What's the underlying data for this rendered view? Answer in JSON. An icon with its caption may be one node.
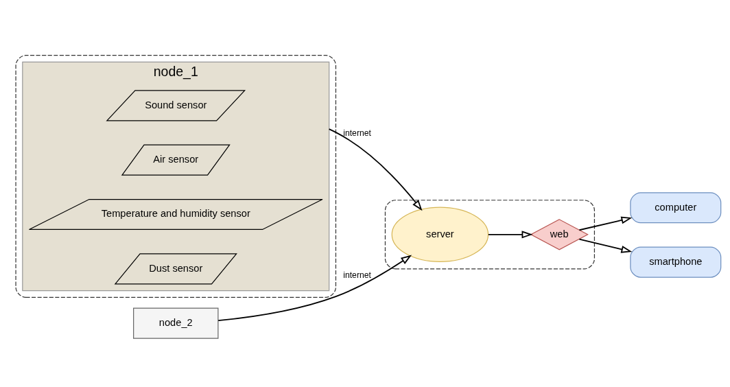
{
  "diagram": {
    "nodes": [
      {
        "text": [],
        "shape": "box"
      },
      {
        "text": [
          "server"
        ],
        "in": 0
      },
      {
        "text": [
          "web"
        ],
        "in": 0
      },
      {
        "text": [
          "computer"
        ]
      },
      {
        "text": [
          "smartphone"
        ]
      },
      {
        "text": [],
        "shape": "box"
      },
      {
        "text": [
          "node_1"
        ],
        "in": 5
      },
      {
        "text": [
          "Sound sensor"
        ],
        "in": 6
      },
      {
        "text": [
          "Air sensor"
        ],
        "in": 6
      },
      {
        "text": [
          "Temperature and humidity sensor"
        ],
        "in": 6
      },
      {
        "text": [
          "Dust sensor"
        ],
        "in": 6
      },
      {
        "text": [
          "node_2"
        ]
      }
    ],
    "edges": [
      {
        "from": 1,
        "to": 2,
        "arrow": "to"
      },
      {
        "from": 2,
        "to": 3,
        "arrow": "to"
      },
      {
        "from": 2,
        "to": 4,
        "arrow": "to"
      },
      {
        "from": 6,
        "to": 1,
        "arrow": "to",
        "label": "internet"
      },
      {
        "from": 11,
        "to": 1,
        "arrow": "to",
        "label": "internet"
      }
    ]
  }
}
